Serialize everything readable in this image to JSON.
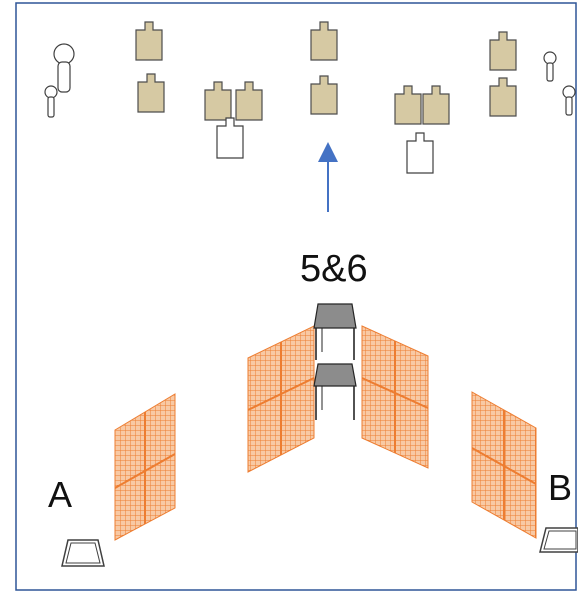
{
  "labels": {
    "position_center": "5&6",
    "position_left": "A",
    "position_right": "B"
  },
  "colors": {
    "frame_border": "#2f5597",
    "arrow": "#4472c4",
    "shoot_target_fill": "#d6c9a3",
    "shoot_target_stroke": "#4d4d4d",
    "no_shoot_fill": "#ffffff",
    "no_shoot_stroke": "#404040",
    "wall_fill": "#f4b183",
    "wall_mesh": "#ed7d31",
    "table_top": "#8c8c8c",
    "table_legs": "#262626",
    "start_box": "#404040"
  },
  "icons": {
    "shoot_target": "silhouette-target-icon",
    "no_shoot_target": "no-shoot-target-icon",
    "wall": "mesh-wall-icon",
    "table": "table-icon",
    "start_box": "shooting-box-icon",
    "arrow": "up-arrow-icon"
  }
}
